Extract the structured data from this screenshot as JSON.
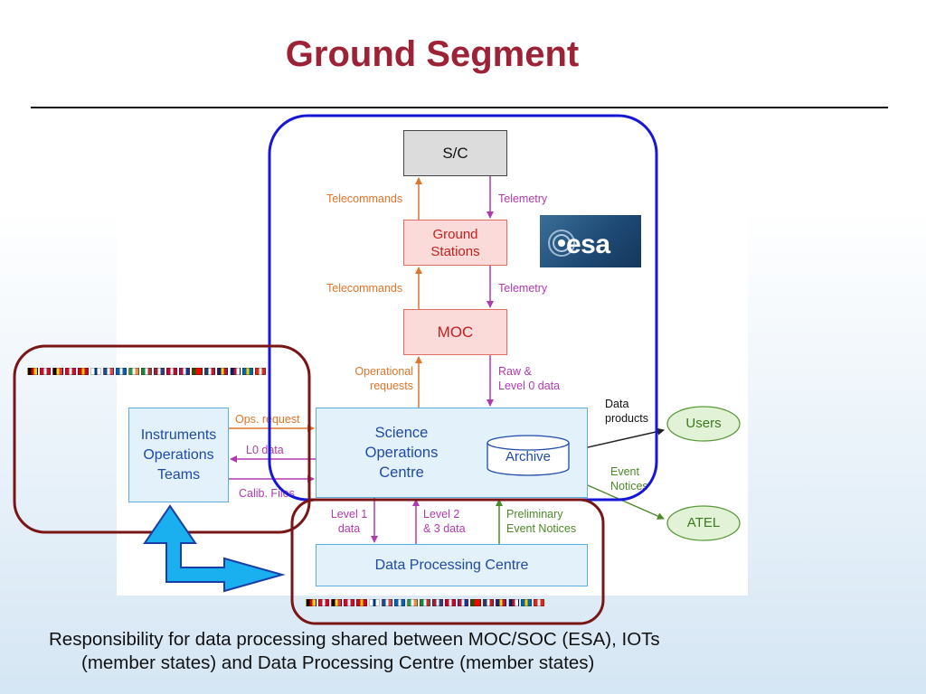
{
  "slide": {
    "title": "Ground Segment",
    "caption_line1": "Responsibility for data processing shared between MOC/SOC (ESA), IOTs",
    "caption_line2": "(member states) and Data Processing Centre (member states)"
  },
  "nodes": {
    "sc": "S/C",
    "ground_stations_l1": "Ground",
    "ground_stations_l2": "Stations",
    "moc": "MOC",
    "soc_l1": "Science",
    "soc_l2": "Operations",
    "soc_l3": "Centre",
    "archive": "Archive",
    "iot_l1": "Instruments",
    "iot_l2": "Operations",
    "iot_l3": "Teams",
    "dpc": "Data Processing Centre",
    "users": "Users",
    "atel": "ATEL",
    "esa_logo": "esa"
  },
  "flows": {
    "telecommands_top": "Telecommands",
    "telemetry_top": "Telemetry",
    "telecommands_mid": "Telecommands",
    "telemetry_mid": "Telemetry",
    "operational_requests_l1": "Operational",
    "operational_requests_l2": "requests",
    "raw_l1": "Raw &",
    "raw_l2": "Level 0 data",
    "ops_request": "Ops. request",
    "l0_data": "L0 data",
    "calib_files": "Calib. Files",
    "data_products_l1": "Data",
    "data_products_l2": "products",
    "event_notices_l1": "Event",
    "event_notices_l2": "Notices",
    "level1_l1": "Level 1",
    "level1_l2": "data",
    "level23_l1": "Level 2",
    "level23_l2": "& 3 data",
    "prelim_l1": "Preliminary",
    "prelim_l2": "Event Notices"
  },
  "colors": {
    "title": "#9e2235",
    "esa_boundary": "#1616d8",
    "member_boundary": "#7a1515",
    "telecommand_flow": "#e0742a",
    "telemetry_flow": "#b13ab1",
    "event_flow": "#4c8a2a",
    "highlight_arrow": "#1ab0f0"
  },
  "icons": {
    "esa_logo": "esa-logo-icon",
    "flags": "member-state-flags-icon",
    "highlight_arrow": "elbow-arrow-icon"
  },
  "flag_colors": [
    [
      "#000",
      "#dd0000",
      "#ffce00"
    ],
    [
      "#c8102e",
      "#fff",
      "#c8102e"
    ],
    [
      "#000",
      "#fdda24",
      "#ef3340"
    ],
    [
      "#c8102e",
      "#fff",
      "#c8102e"
    ],
    [
      "#c60b1e",
      "#ffc400",
      "#c60b1e"
    ],
    [
      "#fff",
      "#003580",
      "#fff"
    ],
    [
      "#0055a4",
      "#fff",
      "#ef4135"
    ],
    [
      "#0d5eaf",
      "#fff",
      "#0d5eaf"
    ],
    [
      "#169b62",
      "#fff",
      "#ff883e"
    ],
    [
      "#009246",
      "#fff",
      "#ce2b37"
    ],
    [
      "#ae1c28",
      "#fff",
      "#21468b"
    ],
    [
      "#ba0c2f",
      "#fff",
      "#ba0c2f"
    ],
    [
      "#c8102e",
      "#fff",
      "#003da5"
    ],
    [
      "#006600",
      "#ff0000",
      "#ff0000"
    ],
    [
      "#11457e",
      "#fff",
      "#d7141a"
    ],
    [
      "#002b7f",
      "#fcd116",
      "#ce1126"
    ],
    [
      "#012169",
      "#c8102e",
      "#fff"
    ],
    [
      "#006aa7",
      "#fecc00",
      "#006aa7"
    ],
    [
      "#d52b1e",
      "#fff",
      "#d52b1e"
    ]
  ]
}
